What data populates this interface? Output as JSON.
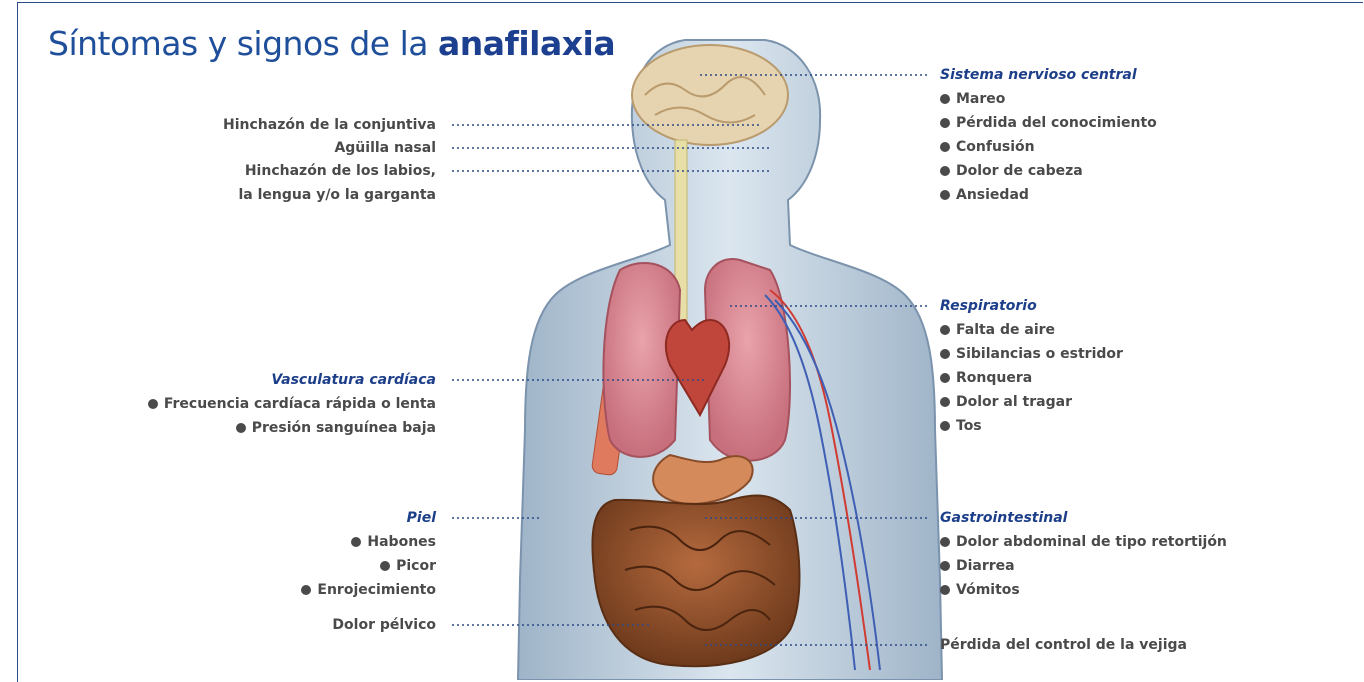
{
  "title": {
    "main": "Síntomas y signos de la ",
    "emphasis": "anafilaxia"
  },
  "left": {
    "conjunctiva": "Hinchazón de la conjuntiva",
    "nasal": "Agüilla nasal",
    "lips_1": "Hinchazón de los labios,",
    "lips_2": "la lengua y/o la garganta",
    "cardiac": {
      "header": "Vasculatura cardíaca",
      "items": [
        "Frecuencia cardíaca rápida o lenta",
        "Presión sanguínea baja"
      ]
    },
    "skin": {
      "header": "Piel",
      "items": [
        "Habones",
        "Picor",
        "Enrojecimiento"
      ]
    },
    "pelvic": "Dolor pélvico"
  },
  "right": {
    "cns": {
      "header": "Sistema nervioso central",
      "items": [
        "Mareo",
        "Pérdida del conocimiento",
        "Confusión",
        "Dolor de cabeza",
        "Ansiedad"
      ]
    },
    "respiratory": {
      "header": "Respiratorio",
      "items": [
        "Falta de aire",
        "Sibilancias o estridor",
        "Ronquera",
        "Dolor al tragar",
        "Tos"
      ]
    },
    "gi": {
      "header": "Gastrointestinal",
      "items": [
        "Dolor abdominal de tipo retortijón",
        "Diarrea",
        "Vómitos"
      ]
    },
    "bladder": "Pérdida del control de la vejiga"
  },
  "colors": {
    "title": "#1f4f9a",
    "header": "#1d3f8a",
    "text": "#4a4a4a",
    "leader": "#2c4a86",
    "frame": "#2c4a86"
  }
}
